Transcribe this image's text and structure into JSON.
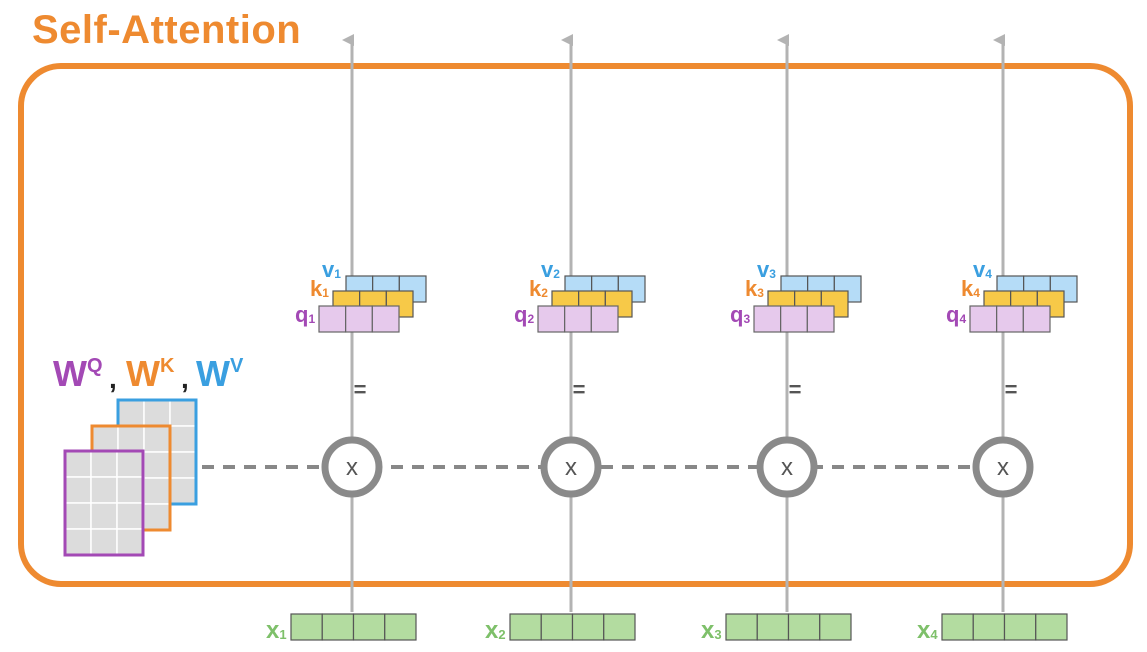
{
  "title": "Self-Attention",
  "weights_label": {
    "q": {
      "base": "W",
      "sup": "Q"
    },
    "k": {
      "base": "W",
      "sup": "K"
    },
    "v": {
      "base": "W",
      "sup": "V"
    },
    "separator": ","
  },
  "columns": [
    {
      "x": {
        "base": "x",
        "sub": "1"
      },
      "q": {
        "base": "q",
        "sub": "1"
      },
      "k": {
        "base": "k",
        "sub": "1"
      },
      "v": {
        "base": "v",
        "sub": "1"
      }
    },
    {
      "x": {
        "base": "x",
        "sub": "2"
      },
      "q": {
        "base": "q",
        "sub": "2"
      },
      "k": {
        "base": "k",
        "sub": "2"
      },
      "v": {
        "base": "v",
        "sub": "2"
      }
    },
    {
      "x": {
        "base": "x",
        "sub": "3"
      },
      "q": {
        "base": "q",
        "sub": "3"
      },
      "k": {
        "base": "k",
        "sub": "3"
      },
      "v": {
        "base": "v",
        "sub": "3"
      }
    },
    {
      "x": {
        "base": "x",
        "sub": "4"
      },
      "q": {
        "base": "q",
        "sub": "4"
      },
      "k": {
        "base": "k",
        "sub": "4"
      },
      "v": {
        "base": "v",
        "sub": "4"
      }
    }
  ],
  "operator_symbol": "x",
  "equals_symbol": "=",
  "colors": {
    "accent_orange": "#ee8a30",
    "query_purple": "#a349b5",
    "key_orange": "#ee8a30",
    "value_blue": "#3a9fe0",
    "input_green": "#7ec06a",
    "arrow_gray": "#b3b3b3",
    "circle_gray": "#8a8a8a"
  }
}
